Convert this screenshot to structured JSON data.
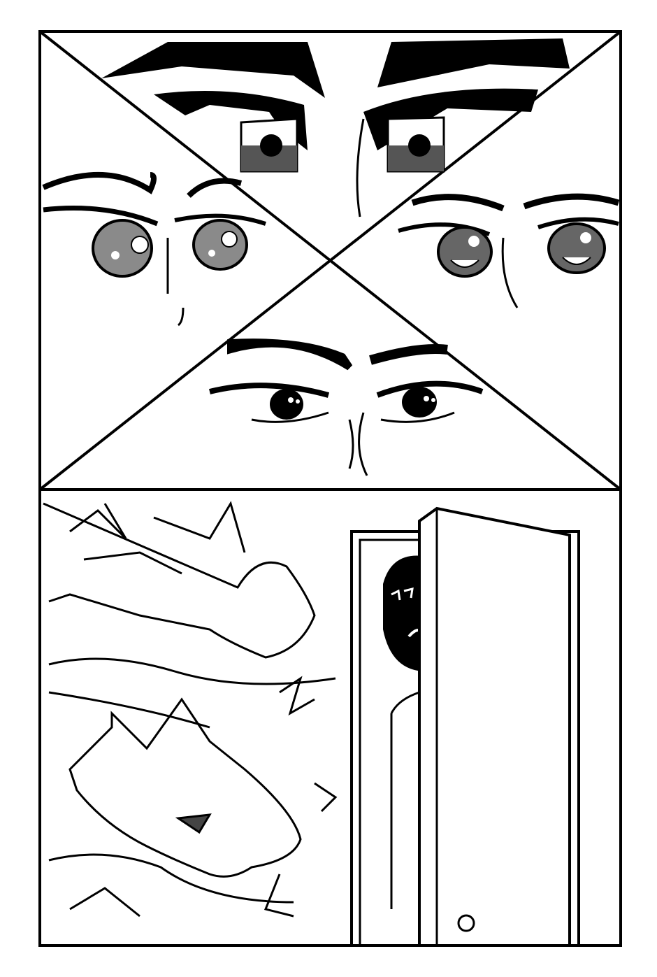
{
  "colors": {
    "ink": "#000000",
    "paper": "#ffffff",
    "iris_dark": "#555555",
    "iris_mid": "#8a8a8a",
    "iris_grey": "#666666"
  },
  "panels": [
    {
      "name": "top-panel",
      "contents": "four-eye-closeups"
    },
    {
      "name": "bottom-panel",
      "contents": "dragons-and-door"
    }
  ]
}
